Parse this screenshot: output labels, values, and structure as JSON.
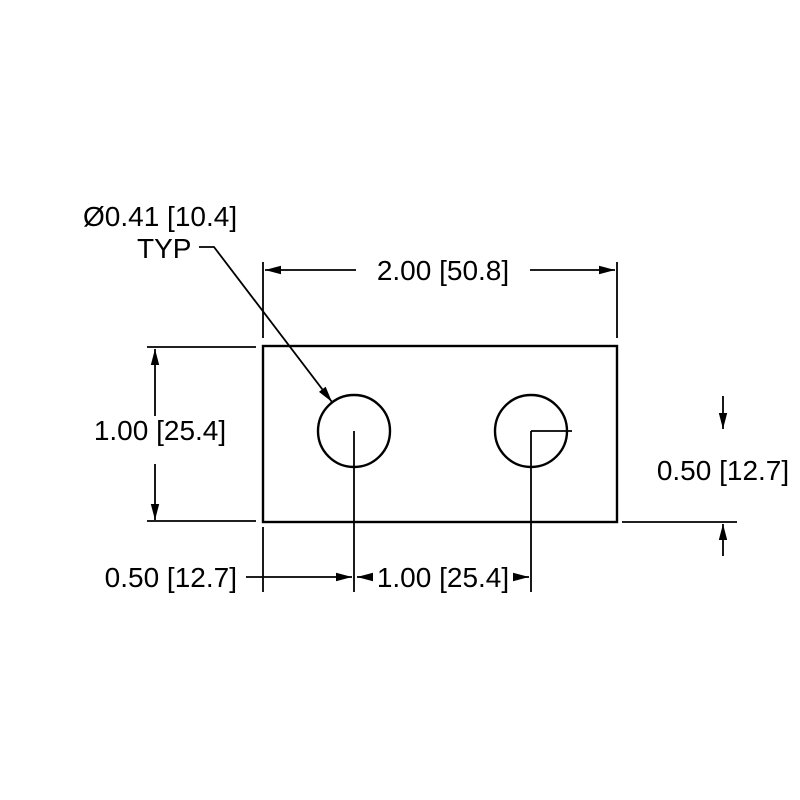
{
  "drawing": {
    "background_color": "#ffffff",
    "line_color": "#000000",
    "hole_note": {
      "diameter": "Ø0.41 [10.4]",
      "qualifier": "TYP"
    },
    "dimensions": {
      "plate_width": "2.00 [50.8]",
      "plate_height": "1.00 [25.4]",
      "hole_center_to_bottom": "0.50 [12.7]",
      "left_edge_to_hole_center": "0.50 [12.7]",
      "hole_center_spacing": "1.00 [25.4]"
    }
  }
}
